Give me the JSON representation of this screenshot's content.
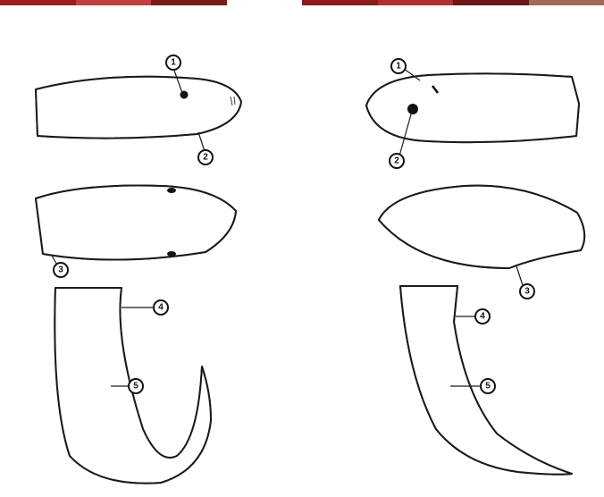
{
  "header_strip": {
    "colors": [
      "#9a2020",
      "#c04040",
      "#7a1a1a",
      "#ffffff",
      "#8c1c1c",
      "#b03030",
      "#6e1616",
      "#a06a5a"
    ]
  },
  "figure": {
    "line_color": "#1a1a1a",
    "background": "#ffffff",
    "panels": [
      {
        "name": "nonvenomous-head-side",
        "callouts": [
          "1",
          "2"
        ]
      },
      {
        "name": "venomous-head-side",
        "callouts": [
          "1",
          "2"
        ]
      },
      {
        "name": "nonvenomous-head-top",
        "callouts": [
          "3"
        ]
      },
      {
        "name": "venomous-head-top",
        "callouts": [
          "3"
        ]
      },
      {
        "name": "nonvenomous-tail",
        "callouts": [
          "4",
          "5"
        ]
      },
      {
        "name": "venomous-tail",
        "callouts": [
          "4",
          "5"
        ]
      }
    ]
  },
  "callouts": {
    "c1_left": "1",
    "c2_left": "2",
    "c3_left": "3",
    "c4_left": "4",
    "c5_left": "5",
    "c1_right": "1",
    "c2_right": "2",
    "c3_right": "3",
    "c4_right": "4",
    "c5_right": "5"
  }
}
